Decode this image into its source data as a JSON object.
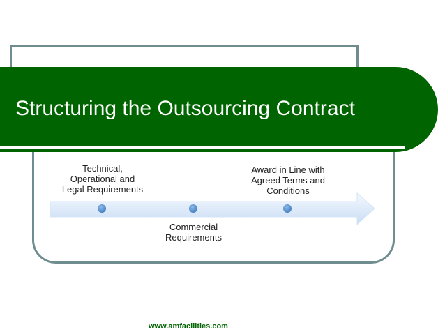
{
  "slide": {
    "title": "Structuring the Outsourcing Contract",
    "footer": "www.amfacilities.com"
  },
  "timeline": {
    "steps": [
      {
        "label": "Technical,\nOperational and\nLegal Requirements"
      },
      {
        "label": "Commercial\nRequirements"
      },
      {
        "label": "Award in Line with\nAgreed Terms and\nConditions"
      }
    ]
  },
  "colors": {
    "banner": "#006400",
    "frame": "#6f8c8f",
    "arrow": "#dbe9f9",
    "dot": "#4a86c6"
  }
}
